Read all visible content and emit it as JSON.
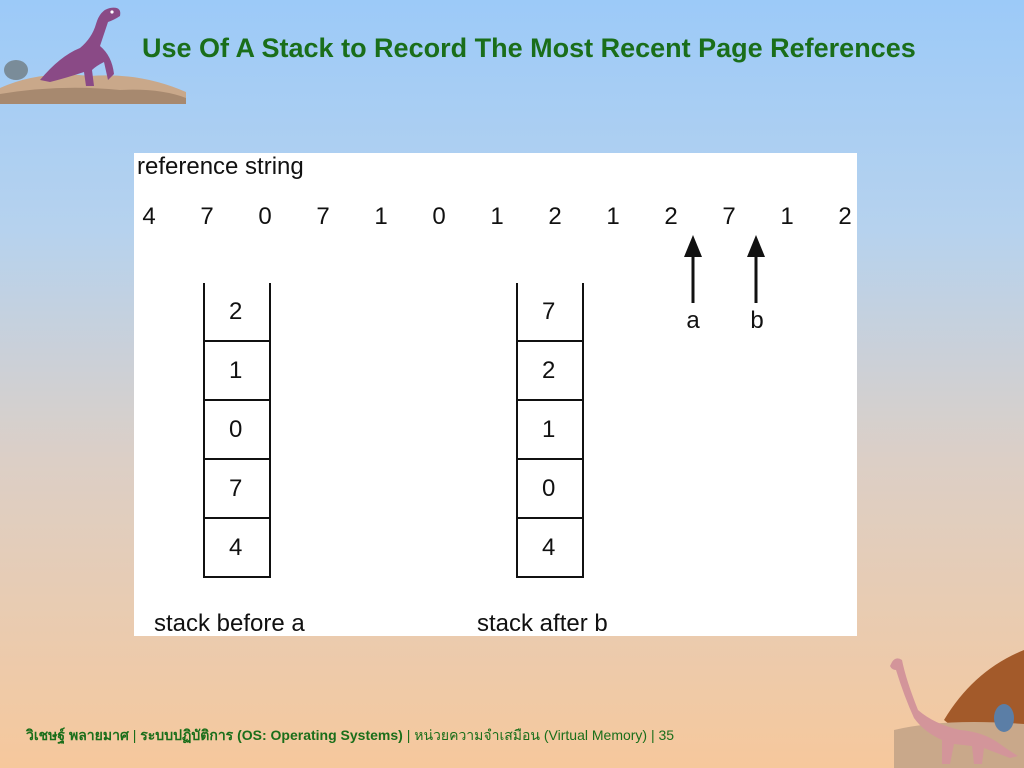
{
  "slide": {
    "title": "Use Of A Stack to Record The Most Recent Page References"
  },
  "diagram": {
    "reference_label": "reference string",
    "reference_string": [
      "4",
      "7",
      "0",
      "7",
      "1",
      "0",
      "1",
      "2",
      "1",
      "2",
      "7",
      "1",
      "2"
    ],
    "markers": [
      {
        "label": "a",
        "after_index": 9
      },
      {
        "label": "b",
        "after_index": 10
      }
    ],
    "stacks": [
      {
        "caption": "stack before a",
        "cells_top_to_bottom": [
          "2",
          "1",
          "0",
          "7",
          "4"
        ]
      },
      {
        "caption": "stack after b",
        "cells_top_to_bottom": [
          "7",
          "2",
          "1",
          "0",
          "4"
        ]
      }
    ]
  },
  "footer": {
    "author": "วิเชษฐ์ พลายมาศ",
    "sep": "|",
    "course": "ระบบปฏิบัติการ (OS: Operating Systems)",
    "unit": "หน่วยความจำเสมือน  (Virtual Memory)",
    "page": "35"
  },
  "colors": {
    "title": "#1a6e1a",
    "panel": "#ffffff",
    "dino": "#8a4a86"
  },
  "icons": [
    "trex-dinosaur-icon",
    "brontosaurus-dinosaur-icon"
  ]
}
